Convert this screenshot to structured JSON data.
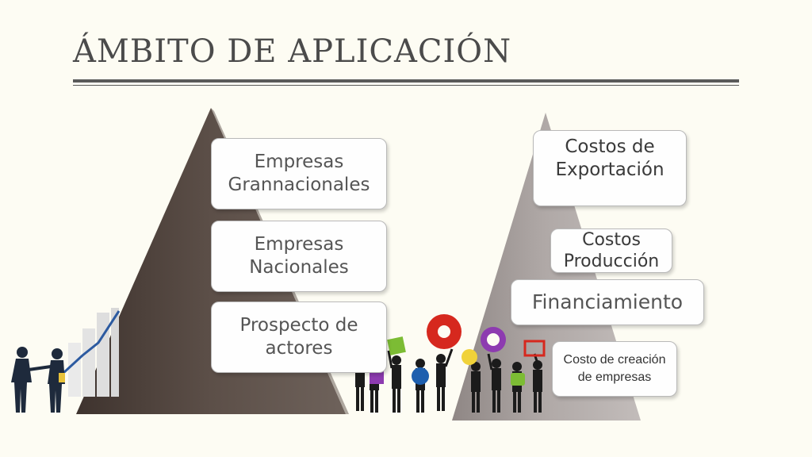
{
  "slide": {
    "title": "ÁMBITO DE APLICACIÓN"
  },
  "left_pyramid": {
    "items": [
      {
        "label": "Empresas Grannacionales"
      },
      {
        "label": "Empresas Nacionales"
      },
      {
        "label": "Prospecto de actores"
      }
    ]
  },
  "right_pyramid": {
    "items": [
      {
        "label": "Costos de Exportación"
      },
      {
        "label": "Costos Producción"
      },
      {
        "label": "Financiamiento"
      },
      {
        "label": "Costo de creación de empresas"
      }
    ]
  },
  "colors": {
    "left_pyramid": "#5c4f48",
    "right_pyramid": "#a9a2a0",
    "background": "#fdfcf3",
    "rule": "#5a5a5a"
  }
}
